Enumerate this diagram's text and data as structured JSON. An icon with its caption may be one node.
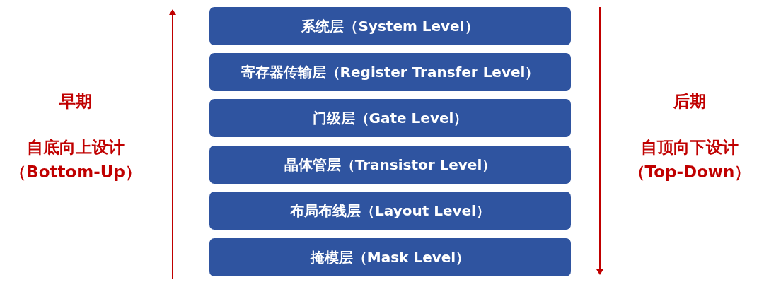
{
  "diagram": {
    "nodes": [
      {
        "text": [
          "系统层（System Level）"
        ]
      },
      {
        "text": [
          "寄存器传输层（Register Transfer Level）"
        ]
      },
      {
        "text": [
          "门级层（Gate Level）"
        ]
      },
      {
        "text": [
          "晶体管层（Transistor Level）"
        ]
      },
      {
        "text": [
          "布局布线层（Layout Level）"
        ]
      },
      {
        "text": [
          "掩模层（Mask Level）"
        ]
      }
    ],
    "edges": [],
    "labels": [
      "早期",
      "自底向上设计",
      "（Bottom-Up）",
      "后期",
      "自顶向下设计",
      "（Top-Down）"
    ]
  }
}
